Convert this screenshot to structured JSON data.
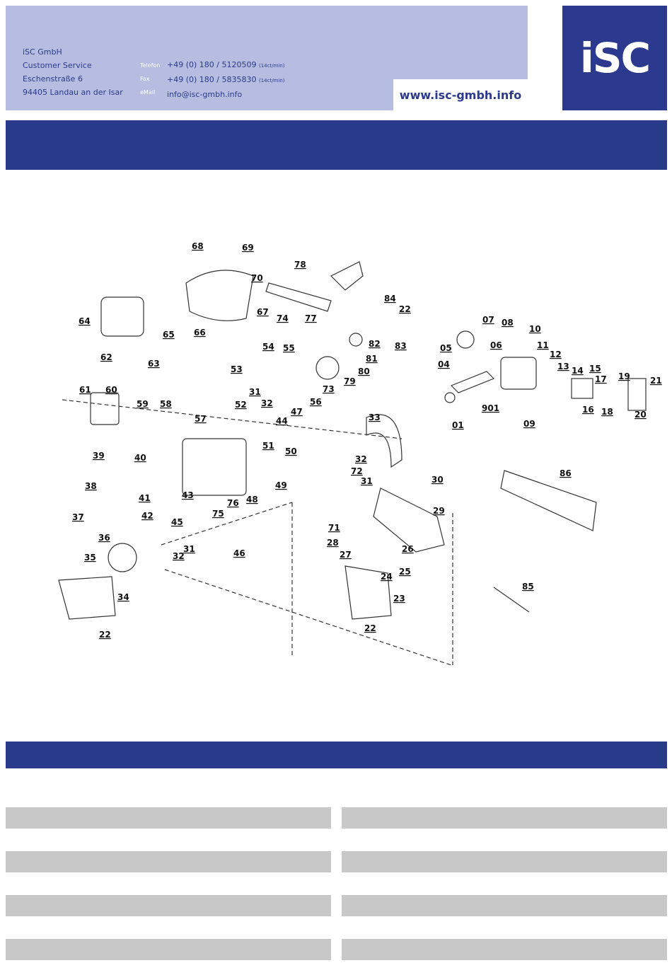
{
  "header": {
    "company": [
      "iSC GmbH",
      "Customer Service",
      "Eschenstraße 6",
      "94405 Landau an der Isar"
    ],
    "contact_labels": [
      "Telefon",
      "Fax",
      "eMail"
    ],
    "phone": "+49 (0) 180 / 5120509",
    "phone_rate": "(14ct/min)",
    "fax": "+49 (0) 180 / 5835830",
    "fax_rate": "(14ct/min)",
    "email": "info@isc-gmbh.info",
    "website": "www.isc-gmbh.info",
    "logo": "iSC"
  },
  "diagram": {
    "left_labels": [
      "68",
      "69",
      "70",
      "78",
      "77",
      "84",
      "22",
      "83",
      "64",
      "65",
      "66",
      "67",
      "74",
      "62",
      "63",
      "54",
      "55",
      "53",
      "82",
      "81",
      "80",
      "79",
      "73",
      "56",
      "61",
      "60",
      "59",
      "58",
      "57",
      "52",
      "31",
      "32",
      "47",
      "44",
      "51",
      "50",
      "49",
      "39",
      "40",
      "38",
      "41",
      "43",
      "76",
      "48",
      "42",
      "75",
      "37",
      "45",
      "36",
      "31",
      "32",
      "46",
      "35",
      "34",
      "22"
    ],
    "right_labels": [
      "07",
      "08",
      "10",
      "05",
      "06",
      "11",
      "12",
      "04",
      "13",
      "14",
      "15",
      "17",
      "19",
      "21",
      "901",
      "16",
      "18",
      "20",
      "01",
      "09",
      "33",
      "32",
      "72",
      "31",
      "30",
      "29",
      "71",
      "28",
      "27",
      "26",
      "24",
      "25",
      "23",
      "22",
      "86",
      "85"
    ],
    "colors": {
      "ink": "#111111",
      "leader": "#333333"
    }
  }
}
